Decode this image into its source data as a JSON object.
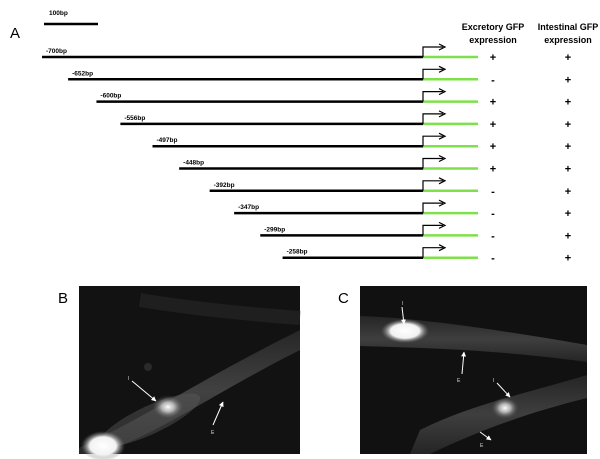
{
  "panel_a": {
    "letter": "A",
    "scale_bar_label": "100bp",
    "headers": {
      "excretory": [
        "Excretory GFP",
        "expression"
      ],
      "intestinal": [
        "Intestinal GFP",
        "expression"
      ]
    },
    "constructs": [
      {
        "label": "-700bp",
        "excretory": "+",
        "intestinal": "+"
      },
      {
        "label": "-652bp",
        "excretory": "-",
        "intestinal": "+"
      },
      {
        "label": "-600bp",
        "excretory": "+",
        "intestinal": "+"
      },
      {
        "label": "-556bp",
        "excretory": "+",
        "intestinal": "+"
      },
      {
        "label": "-497bp",
        "excretory": "+",
        "intestinal": "+"
      },
      {
        "label": "-448bp",
        "excretory": "+",
        "intestinal": "+"
      },
      {
        "label": "-392bp",
        "excretory": "-",
        "intestinal": "+"
      },
      {
        "label": "-347bp",
        "excretory": "-",
        "intestinal": "+"
      },
      {
        "label": "-299bp",
        "excretory": "-",
        "intestinal": "+"
      },
      {
        "label": "-258bp",
        "excretory": "-",
        "intestinal": "+"
      }
    ],
    "colors": {
      "promoter": "#000000",
      "gfp": "#7ee04a"
    }
  },
  "panel_b": {
    "letter": "B",
    "labels": {
      "intestine": "I",
      "excretory": "E"
    }
  },
  "panel_c": {
    "letter": "C",
    "labels": {
      "intestine_top": "I",
      "excretory_top": "E",
      "intestine_bottom": "I",
      "excretory_bottom": "E"
    }
  }
}
